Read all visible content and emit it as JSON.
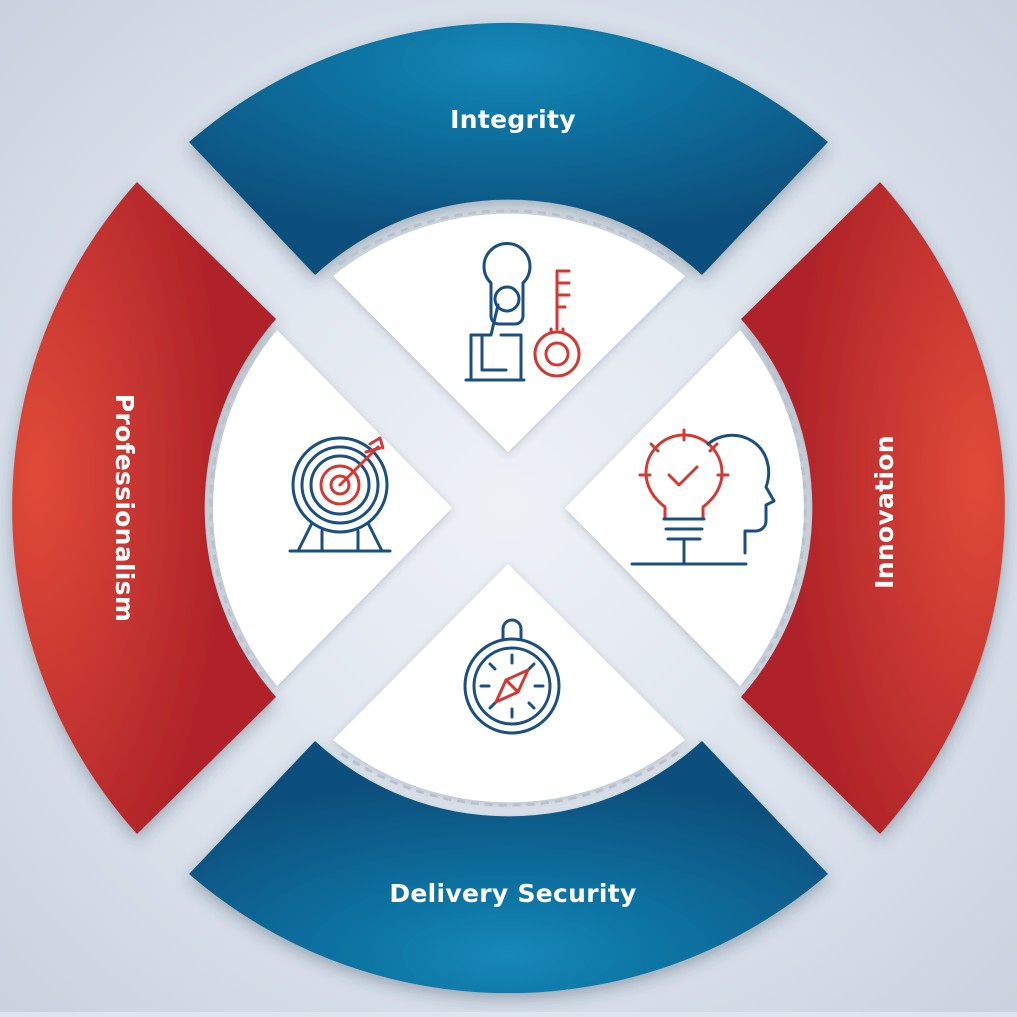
{
  "segments": {
    "top": {
      "label": "Integrity",
      "icon": "keyhole-key-icon",
      "color": "blue"
    },
    "right": {
      "label": "Innovation",
      "icon": "lightbulb-head-icon",
      "color": "red"
    },
    "bottom": {
      "label": "Delivery Security",
      "icon": "compass-icon",
      "color": "blue"
    },
    "left": {
      "label": "Professionalism",
      "icon": "target-arrow-icon",
      "color": "red"
    }
  },
  "colors": {
    "blue_light": "#1288b8",
    "blue_dark": "#0f4f7c",
    "red_light": "#e04a38",
    "red_dark": "#b0242a",
    "icon_blue": "#1b4f80",
    "icon_red": "#d13a34",
    "gap": "#a8b5c4"
  }
}
